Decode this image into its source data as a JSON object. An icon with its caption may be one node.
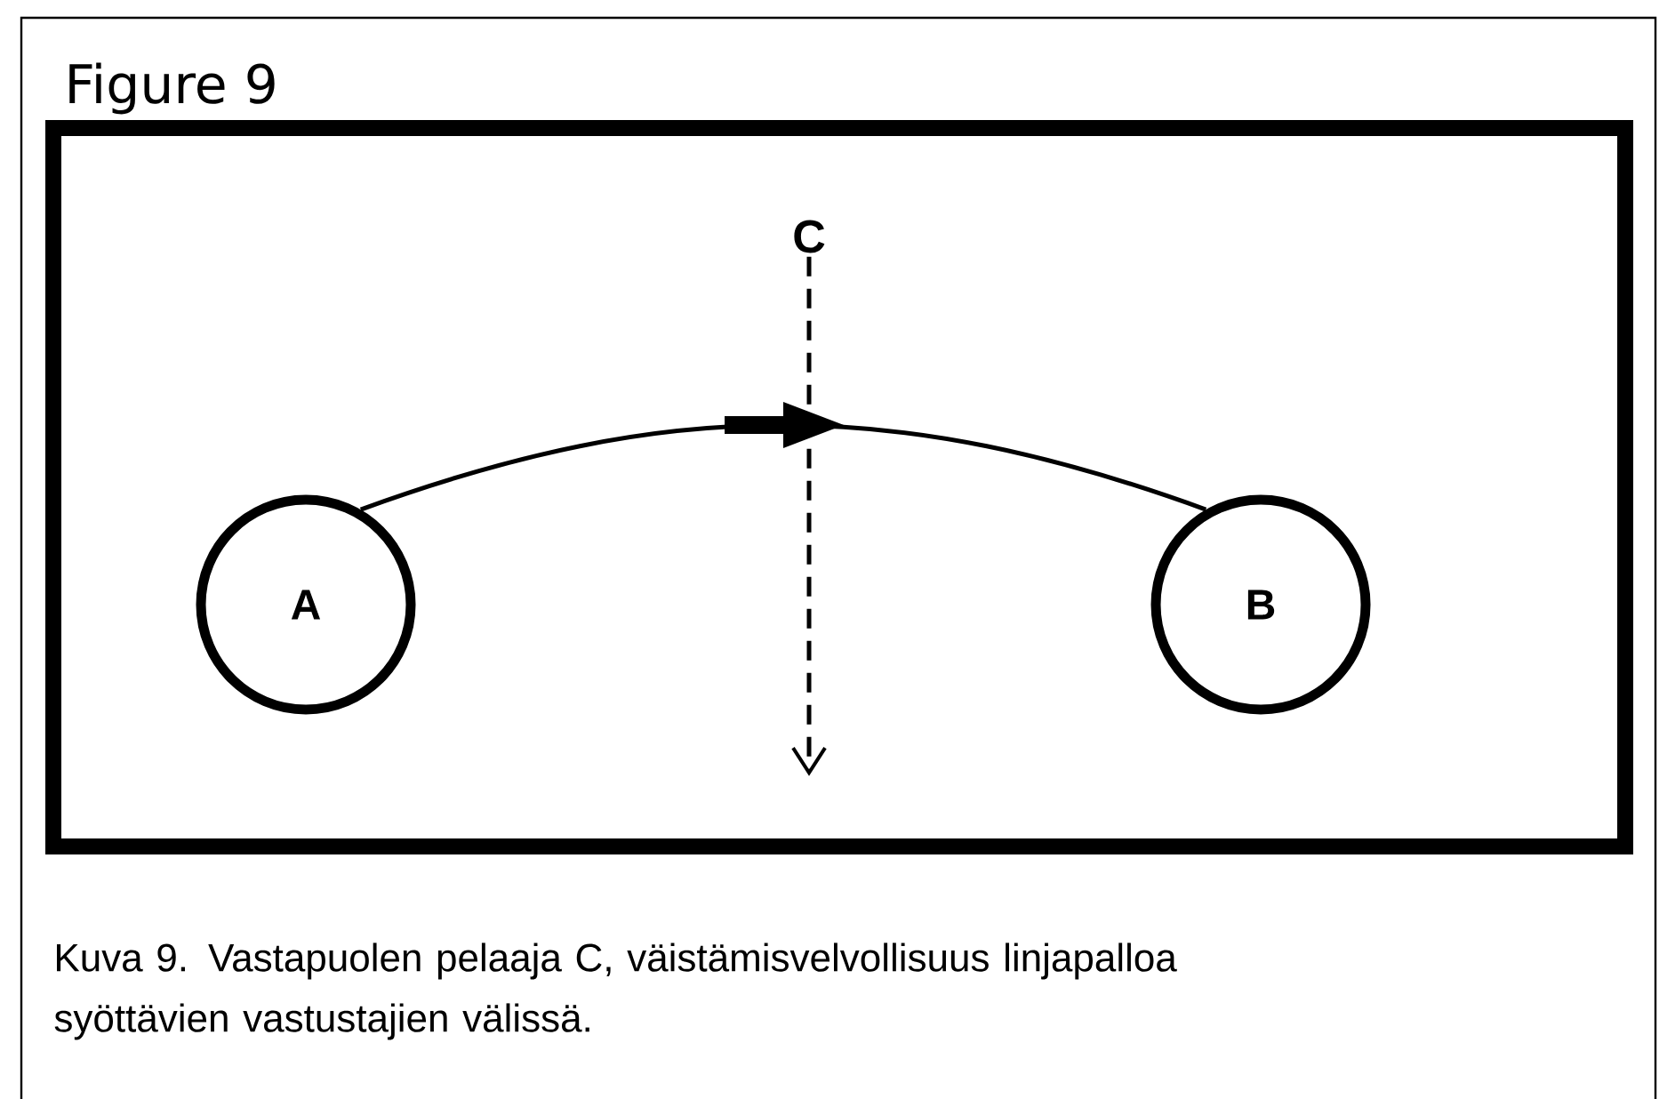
{
  "diagram": {
    "title": "Figure 9",
    "caption": "Kuva 9. Vastapuolen pelaaja C, väistämisvelvollisuus linjapalloa syöttävien vastustajien välissä.",
    "nodes": [
      {
        "text": [
          "A"
        ]
      },
      {
        "text": [
          "B"
        ]
      },
      {
        "text": [
          "C"
        ]
      }
    ],
    "edges": [
      {
        "from": 0,
        "to": 1,
        "arrow": "to"
      },
      {
        "from": 2,
        "to": null,
        "arrow": "to",
        "style": "dashed"
      }
    ]
  }
}
